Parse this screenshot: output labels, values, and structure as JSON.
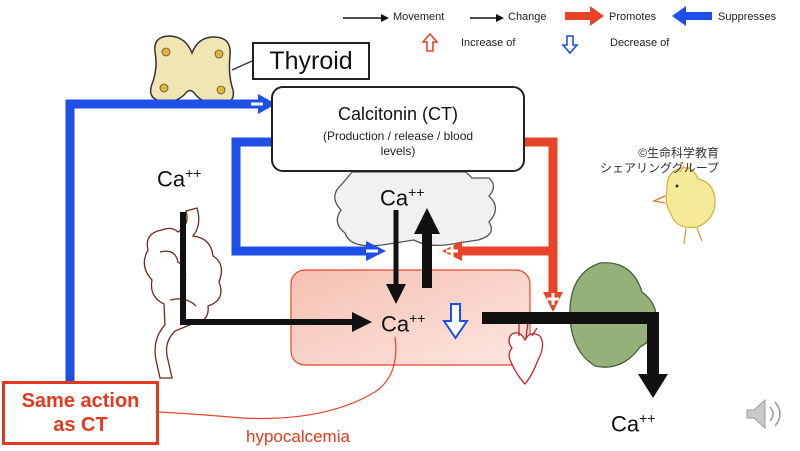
{
  "legend": {
    "movement": "Movement",
    "change": "Change",
    "promotes": "Promotes",
    "suppresses": "Suppresses",
    "increase_of": "Increase of",
    "decrease_of": "Decrease of"
  },
  "thyroid": {
    "label": "Thyroid"
  },
  "calcitonin": {
    "title": "Calcitonin (CT)",
    "subtitle_line1": "(Production / release / blood",
    "subtitle_line2": "levels)"
  },
  "ca_label": "Ca",
  "ca_superscript": "++",
  "same_action": {
    "line1": "Same action",
    "line2": "as CT"
  },
  "hypocalcemia": "hypocalcemia",
  "copyright": {
    "line1": "©生命科学教育",
    "line2": "シェアリンググループ"
  },
  "colors": {
    "promote": "#e8442a",
    "suppress": "#1e4fe6",
    "callout": "#e23a1e"
  },
  "icons": [
    "thyroid-icon",
    "bone-icon",
    "intestine-icon",
    "kidney-icon",
    "heart-icon",
    "chick-icon",
    "speaker-icon"
  ]
}
